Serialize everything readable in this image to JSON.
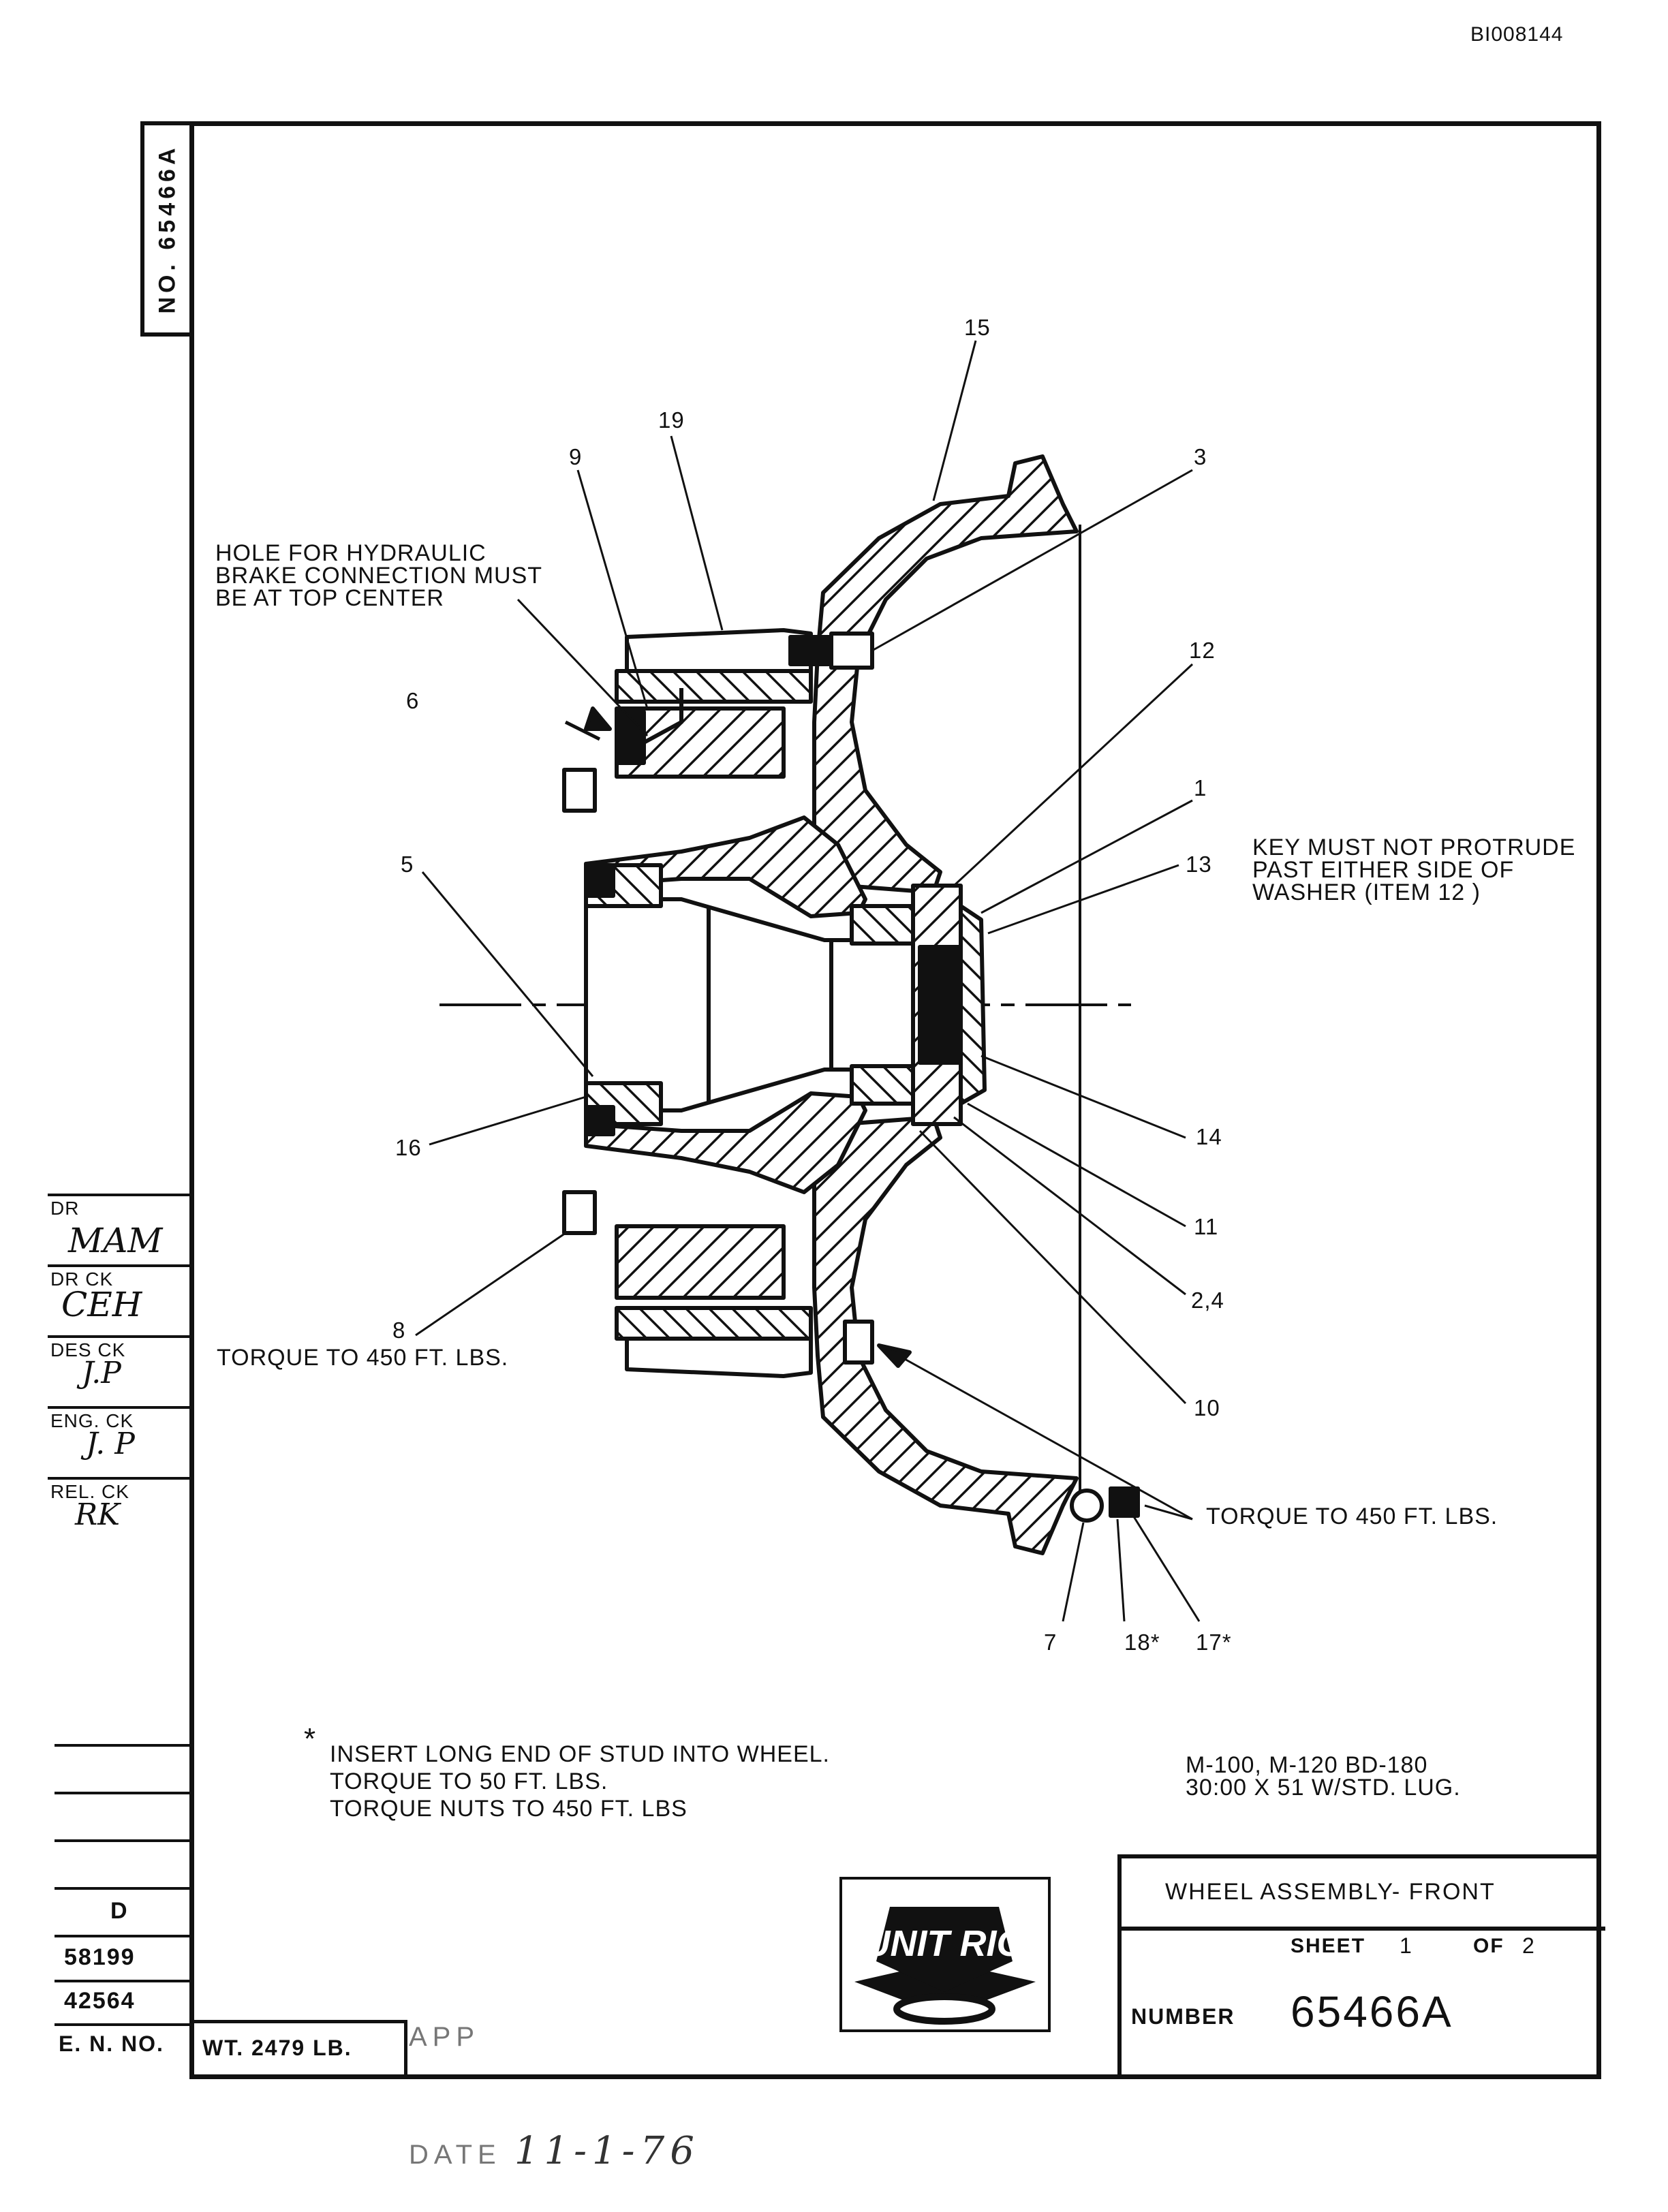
{
  "document_id": "BI008144",
  "side_stripe_number": "NO. 65466A",
  "notes": {
    "hole": "HOLE FOR HYDRAULIC\nBRAKE CONNECTION MUST\nBE AT TOP CENTER",
    "key": "KEY MUST NOT PROTRUDE\nPAST EITHER SIDE OF\nWASHER (ITEM 12 )",
    "torque_left": "TORQUE TO 450 FT. LBS.",
    "torque_right": "TORQUE TO 450 FT. LBS.",
    "star": "*",
    "stud": "INSERT LONG END OF STUD INTO WHEEL.\nTORQUE TO 50 FT. LBS.\nTORQUE NUTS TO 450 FT. LBS",
    "model": "M-100, M-120 BD-180\n30:00 X 51 W/STD. LUG."
  },
  "callouts": {
    "c15": "15",
    "c19": "19",
    "c9": "9",
    "c3": "3",
    "c12": "12",
    "c1": "1",
    "c13": "13",
    "c6": "6",
    "c5": "5",
    "c16": "16",
    "c14": "14",
    "c11": "11",
    "c24": "2,4",
    "c8": "8",
    "c10": "10",
    "c7": "7",
    "c18": "18*",
    "c17": "17*"
  },
  "sign_off": {
    "dr_label": "DR",
    "dr_value": "MAM",
    "drck_label": "DR CK",
    "drck_value": "CEH",
    "desck_label": "DES CK",
    "desck_value": "J.P",
    "engck_label": "ENG. CK",
    "engck_value": "J. P",
    "relck_label": "REL. CK",
    "relck_value": "RK"
  },
  "revisions": {
    "rev_letter": "D",
    "eno_1": "58199",
    "eno_2": "42564",
    "eno_label": "E. N. NO.",
    "weight": "WT. 2479 LB."
  },
  "approval_stamp": {
    "line1": "APP",
    "line2": "DATE",
    "date": "11-1-76"
  },
  "logo": {
    "text": "UNIT RIG"
  },
  "title_block": {
    "title": "WHEEL ASSEMBLY- FRONT",
    "sheet_label": "SHEET",
    "sheet_no": "1",
    "of_label": "OF",
    "sheet_total": "2",
    "number_label": "NUMBER",
    "number": "65466A"
  },
  "colors": {
    "ink": "#111111",
    "paper": "#ffffff"
  }
}
